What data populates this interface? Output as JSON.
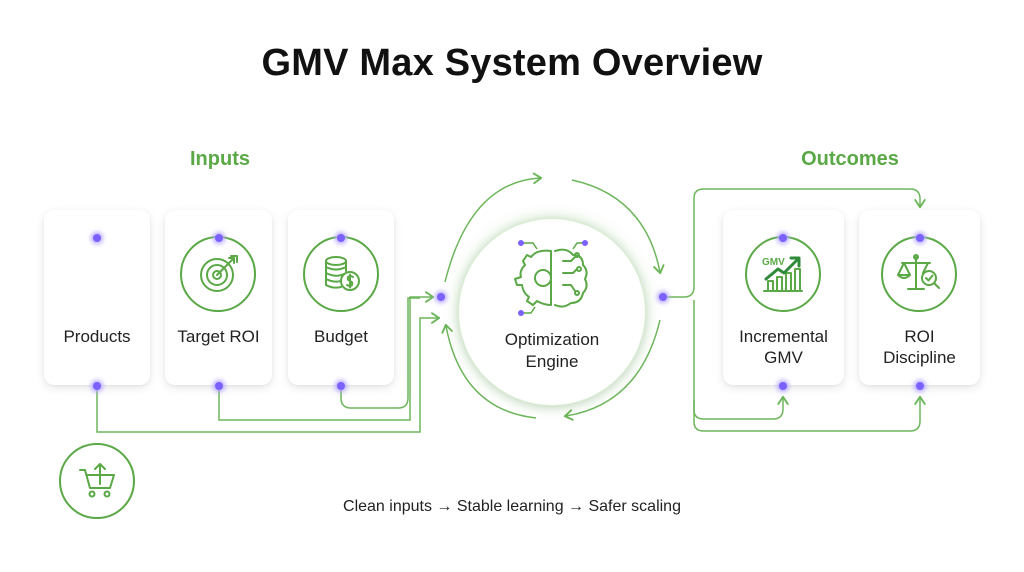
{
  "title": "GMV Max System Overview",
  "sections": {
    "inputs": "Inputs",
    "outcomes": "Outcomes"
  },
  "inputs": [
    {
      "label": "Products",
      "icon": "shopping-cart-upload-icon"
    },
    {
      "label": "Target ROI",
      "icon": "target-arrow-icon"
    },
    {
      "label": "Budget",
      "icon": "coin-stack-dollar-icon"
    }
  ],
  "engine": {
    "line1": "Optimization",
    "line2": "Engine",
    "icon": "brain-gear-circuit-icon"
  },
  "outcomes": [
    {
      "line1": "Incremental",
      "line2": "GMV",
      "icon": "gmv-growth-chart-icon",
      "icon_text": "GMV"
    },
    {
      "line1": "ROI",
      "line2": "Discipline",
      "icon": "scales-magnifier-icon"
    }
  ],
  "caption": "Clean inputs → Stable learning → Safer scaling",
  "colors": {
    "accent_green": "#5aa846",
    "node_dot": "#7b61ff",
    "connector": "#6db65b"
  }
}
